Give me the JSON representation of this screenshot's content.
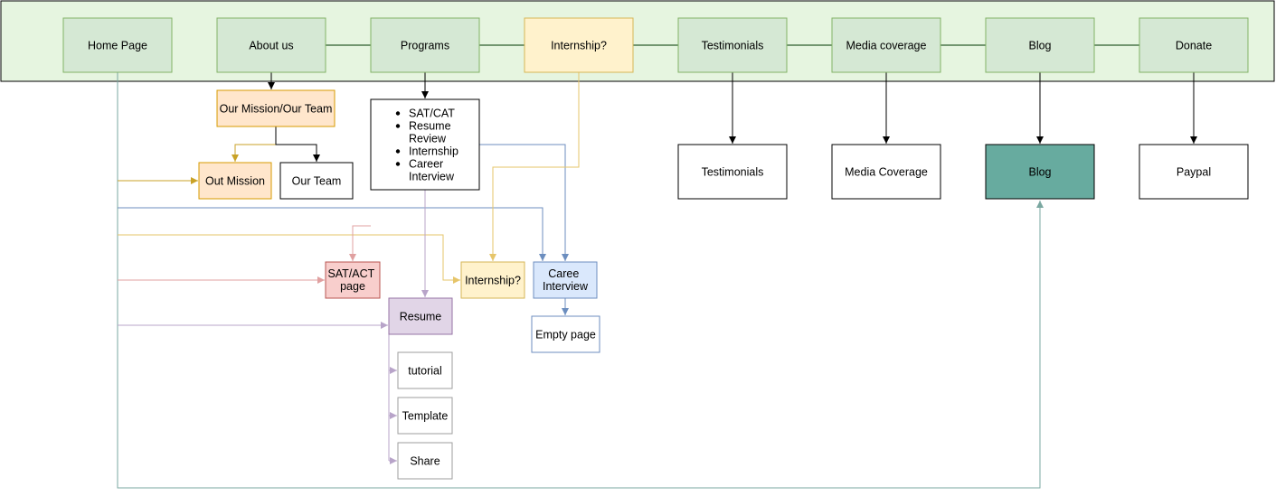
{
  "nav_bar": {
    "items": [
      {
        "label": "Home Page"
      },
      {
        "label": "About us"
      },
      {
        "label": "Programs"
      },
      {
        "label": "Internship?"
      },
      {
        "label": "Testimonials"
      },
      {
        "label": "Media coverage"
      },
      {
        "label": "Blog"
      },
      {
        "label": "Donate"
      }
    ]
  },
  "about": {
    "mission_team": "Our Mission/Our Team",
    "out_mission": "Out Mission",
    "our_team": "Our Team"
  },
  "programs": {
    "list": [
      "SAT/CAT",
      "Resume Review",
      "Internship",
      "Career Interview"
    ]
  },
  "pages": {
    "testimonials": "Testimonials",
    "media_coverage": "Media Coverage",
    "blog": "Blog",
    "paypal": "Paypal",
    "sat_act": "SAT/ACT page",
    "internship": "Internship?",
    "career_interview": "Caree Interview",
    "empty_page": "Empty page",
    "resume": "Resume",
    "tutorial": "tutorial",
    "template": "Template",
    "share": "Share"
  },
  "colors": {
    "nav_band": "#e6f5e0",
    "nav_node": "#d5e8d4",
    "nav_border": "#82b366",
    "highlight_fill": "#fff2cc",
    "highlight_border": "#d6b656",
    "orange_fill": "#ffe6cc",
    "orange_border": "#d79b00",
    "red_fill": "#f8cecc",
    "red_border": "#b85450",
    "blue_fill": "#dae8fc",
    "blue_border": "#6c8ebf",
    "purple_fill": "#e1d5e7",
    "purple_border": "#9673a6",
    "blog_fill": "#67ab9f",
    "edge_gold": "#c9a227",
    "edge_teal": "#7aa7a0",
    "edge_blue": "#6c8ebf",
    "edge_pink": "#e0a0a0",
    "edge_yellow": "#e6c56a",
    "edge_purple": "#b8a4c9"
  }
}
